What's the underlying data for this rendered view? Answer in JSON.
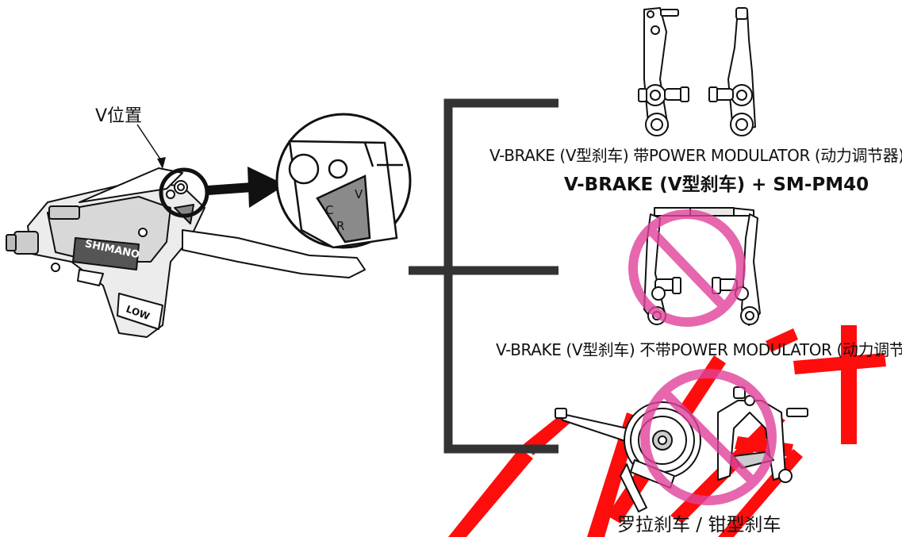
{
  "lever_label": "V位置",
  "zoom_marks": [
    "V",
    "C",
    "R"
  ],
  "lever_brand": "SHIMANO",
  "lever_low_mark": "LOW",
  "options": [
    {
      "caption": "V-BRAKE (V型刹车) 带POWER MODULATOR (动力调节器)",
      "subcaption": "V-BRAKE (V型刹车) + SM-PM40",
      "prohibited": false
    },
    {
      "caption": "V-BRAKE (V型刹车) 不带POWER MODULATOR (动力调节器)",
      "prohibited": true
    },
    {
      "caption": "罗拉刹车 / 钳型刹车",
      "prohibited": true
    }
  ],
  "colors": {
    "line": "#111111",
    "bracket": "#333333",
    "prohibit": "#e0429a",
    "watermark": "#ff0000"
  },
  "icons": [
    "brake-lever",
    "magnifier",
    "arrow-right",
    "v-brake-arms",
    "v-brake-no-modulator",
    "roller-brake",
    "caliper-brake",
    "prohibited-icon"
  ]
}
